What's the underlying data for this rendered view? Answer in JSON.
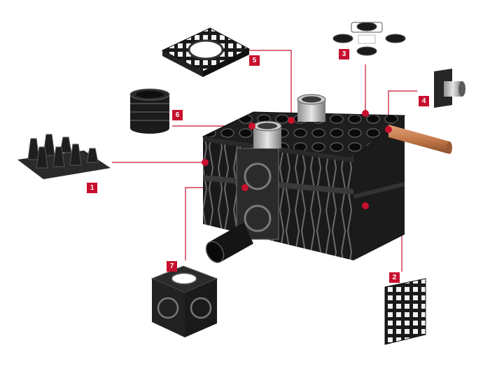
{
  "diagram": {
    "accent_color": "#c8102e",
    "part_color": "#222222",
    "pipe_color": "#c47a4a",
    "callouts": [
      {
        "number": "1",
        "component": "base-plate-with-columns"
      },
      {
        "number": "2",
        "component": "side-grid-panel"
      },
      {
        "number": "3",
        "component": "connector-clips"
      },
      {
        "number": "4",
        "component": "pipe-adapter"
      },
      {
        "number": "5",
        "component": "top-cover-plate"
      },
      {
        "number": "6",
        "component": "shaft-riser"
      },
      {
        "number": "7",
        "component": "inspection-cube"
      }
    ]
  }
}
